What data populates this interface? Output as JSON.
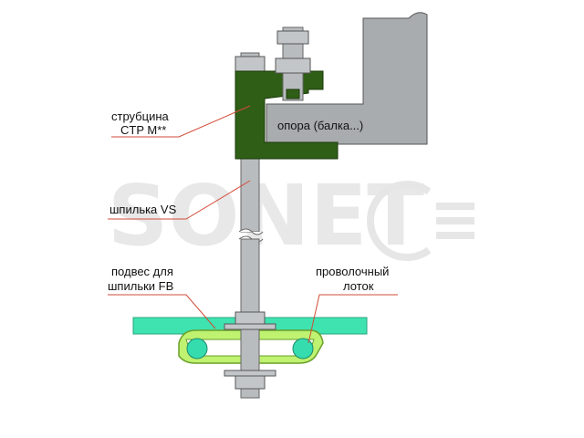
{
  "labels": {
    "clamp_line1": "струбцина",
    "clamp_line2": "CTP M**",
    "support": "опора (балка...)",
    "rod": "шпилька VS",
    "hanger_line1": "подвес для",
    "hanger_line2": "шпильки FB",
    "tray_line1": "проволочный",
    "tray_line2": "лоток"
  },
  "watermark": {
    "text": "SONET"
  },
  "colors": {
    "clamp": "#2f5e16",
    "beam": "#a9acaf",
    "rod": "#b9bcbf",
    "nut": "#c3c6c9",
    "tray": "#3ee3b0",
    "hanger": "#bff270",
    "wire": "#35dcae",
    "leader": "#d24b38"
  }
}
